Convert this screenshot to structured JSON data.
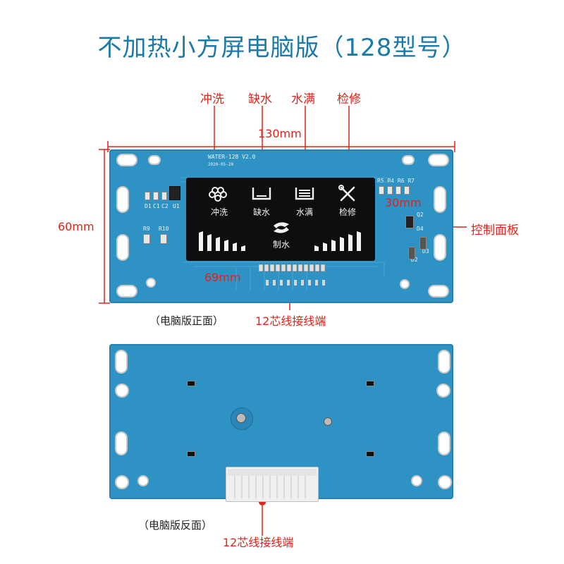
{
  "title": "不加热小方屏电脑版（128型号）",
  "callouts": {
    "flush": "冲洗",
    "low_water": "缺水",
    "full_water": "水满",
    "maintenance": "检修",
    "control_panel": "控制面板"
  },
  "dimensions": {
    "width": "130mm",
    "height": "60mm",
    "screen_height": "30mm",
    "screen_width": "69mm"
  },
  "front": {
    "caption": "（电脑版正面）",
    "connector_label": "12芯线接线端",
    "silkscreen": {
      "model": "WATER-128 V2.0",
      "date": "2020-05-20",
      "u1": "U1",
      "d1": "D1",
      "c1": "C1",
      "c2": "C2",
      "r9": "R9",
      "r10": "R10",
      "r_top": "R5 R4 R6 R7",
      "q2": "Q2",
      "d4": "D4",
      "d3": "D3",
      "d2": "D2"
    },
    "screen": {
      "icons": [
        {
          "name": "flush",
          "label": "冲洗"
        },
        {
          "name": "low-water",
          "label": "缺水"
        },
        {
          "name": "full-water",
          "label": "水满"
        },
        {
          "name": "maintenance",
          "label": "检修"
        }
      ],
      "center_label": "制水"
    }
  },
  "back": {
    "caption": "（电脑版反面）",
    "connector_label": "12芯线接线端"
  },
  "colors": {
    "board": "#2f92c4",
    "title": "#1c7aa8",
    "annotation": "#e0241b"
  }
}
